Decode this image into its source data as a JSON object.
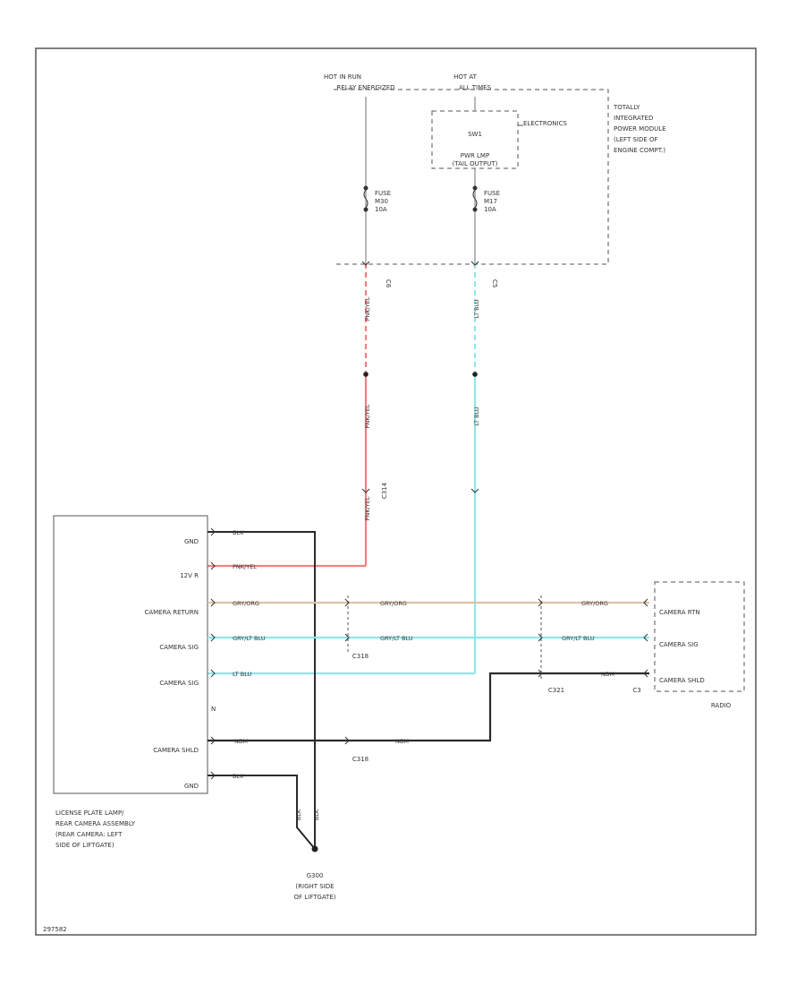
{
  "power": {
    "hot_in_run_1": "HOT IN RUN",
    "hot_in_run_2": "RELAY ENERGIZED",
    "hot_at_all_1": "HOT AT",
    "hot_at_all_2": "ALL TIMES"
  },
  "tipm": {
    "electronics": "ELECTRONICS",
    "sw_name": "SW1",
    "pwr_1": "PWR LMP",
    "pwr_2": "(TAIL OUTPUT)",
    "fuse1_1": "FUSE",
    "fuse1_2": "M30",
    "fuse1_3": "10A",
    "fuse2_1": "FUSE",
    "fuse2_2": "M17",
    "fuse2_3": "10A",
    "pin_a": "C6",
    "pin_b": "C5",
    "lines": [
      "TOTALLY",
      "INTEGRATED",
      "POWER MODULE",
      "(LEFT SIDE OF",
      "ENGINE COMPT.)"
    ]
  },
  "wires": {
    "pnk_yel_1": "PNK/YEL",
    "pnk_yel_2": "PNK/YEL",
    "pnk_yel_3": "PNK/YEL",
    "pnk_yel_4": "PNK/YEL",
    "lt_blu_1": "LT BLU",
    "lt_blu_2": "LT BLU",
    "blk_top": "BLK",
    "gry_org_1": "GRY/ORG",
    "gry_org_2": "GRY/ORG",
    "gry_org_3": "GRY/ORG",
    "gry_lt_1": "GRY/LT BLU",
    "gry_lt_2": "GRY/LT BLU",
    "gry_lt_3": "GRY/LT BLU",
    "lt_blu_3": "LT BLU",
    "nbm_1": "NBM",
    "nbm_2": "NBM",
    "nbm_3": "NBM",
    "blk_bot": "BLK",
    "blk_v1": "BLK",
    "blk_v2": "BLK"
  },
  "connectors": {
    "c314": "C314",
    "c318_mid": "C318",
    "c318_low": "C318",
    "c321": "C321",
    "c3": "C3"
  },
  "camera": {
    "pins": [
      "GND",
      "12V R",
      "CAMERA RETURN",
      "CAMERA SIG",
      "CAMERA SIG",
      "N",
      "CAMERA SHLD",
      "GND"
    ],
    "lines": [
      "LICENSE PLATE LAMP/",
      "REAR CAMERA ASSEMBLY",
      "(REAR CAMERA: LEFT",
      "SIDE OF LIFTGATE)"
    ]
  },
  "radio": {
    "pins": [
      "CAMERA RTN",
      "CAMERA SIG",
      "CAMERA SHLD"
    ],
    "name": "RADIO"
  },
  "ground": {
    "name": "G300",
    "line2": "(RIGHT SIDE",
    "line3": "OF LIFTGATE)"
  },
  "footer": "297582",
  "colors": {
    "pnk_yel": "#f08080",
    "lt_blu": "#8fe6ea",
    "gry_org": "#e3c0a3",
    "black": "#2b2b2b",
    "frame": "#555555"
  }
}
